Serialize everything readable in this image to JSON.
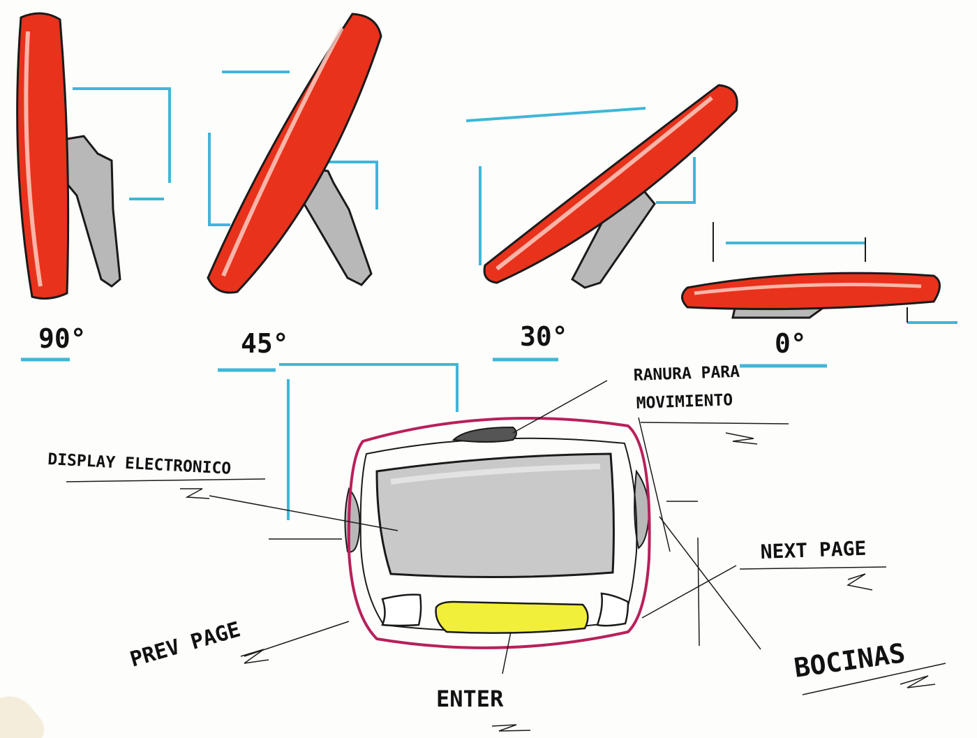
{
  "colors": {
    "shell_red": "#e8321c",
    "shell_outline": "#1a1a1a",
    "stand_gray": "#b8b8b8",
    "dimension_cyan": "#3fb6d8",
    "frame_magenta": "#b8205a",
    "screen_gray": "#c9c9c9",
    "enter_yellow": "#f2ef3a",
    "paper": "#fdfdfb"
  },
  "angles": {
    "deg90": "90°",
    "deg45": "45°",
    "deg30": "30°",
    "deg0": "0°"
  },
  "callouts": {
    "ranura_line1": "RANURA PARA",
    "ranura_line2": "MOVIMIENTO",
    "display": "DISPLAY ELECTRONICO",
    "next_page": "NEXT PAGE",
    "prev_page": "PREV PAGE",
    "bocinas": "BOCINAS",
    "enter": "ENTER"
  }
}
